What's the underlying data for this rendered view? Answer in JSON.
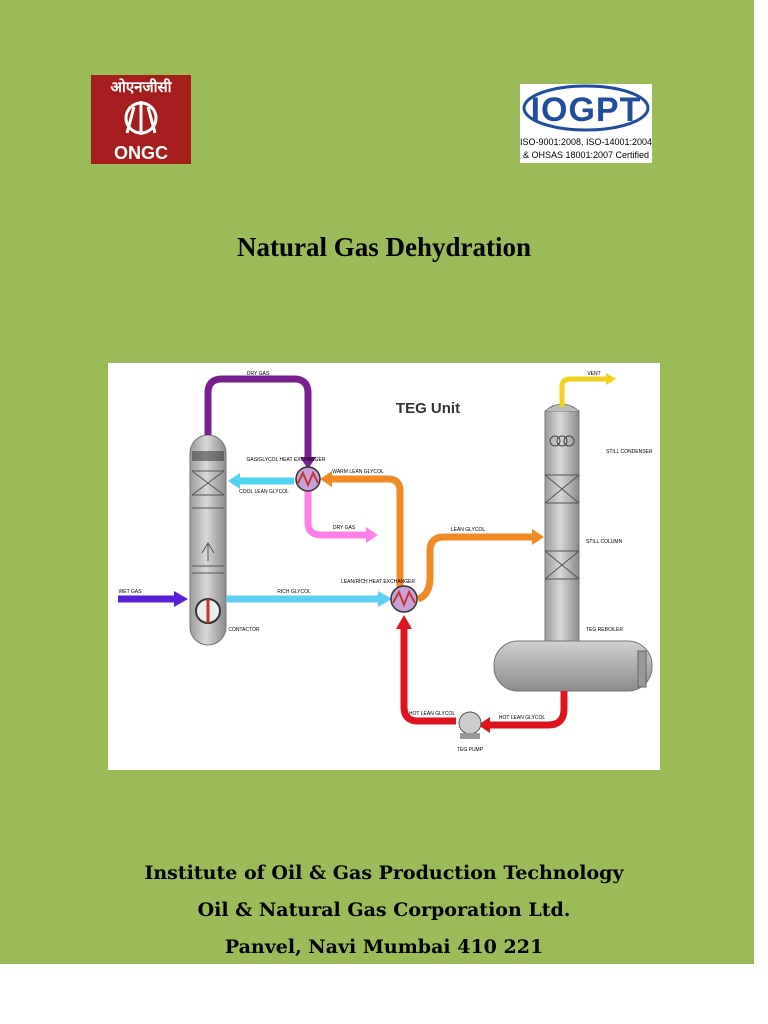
{
  "header": {
    "ongc_logo": {
      "devanagari": "ओएनजीसी",
      "latin": "ONGC",
      "color": "#a51d1d"
    },
    "iogpt_logo": {
      "mark": "IOGPT",
      "cert_line1": "ISO-9001:2008, ISO-14001:2004",
      "cert_line2": "& OHSAS 18001:2007 Certified",
      "color": "#1f4e9c"
    }
  },
  "document": {
    "title": "Natural Gas Dehydration"
  },
  "diagram": {
    "unit_title": "TEG Unit",
    "labels": {
      "dry_gas_top": "DRY GAS",
      "gas_glycol_hx": "GAS/GLYCOL HEAT EXCHANGER",
      "warm_lean_glycol": "WARM LEAN GLYCOL",
      "cool_lean_glycol": "COOL LEAN GLYCOL",
      "dry_gas_out": "DRY GAS",
      "lean_glycol": "LEAN GLYCOL",
      "lean_rich_hx": "LEAN/RICH HEAT EXCHANGER",
      "wet_gas": "WET GAS",
      "rich_glycol": "RICH GLYCOL",
      "contactor": "CONTACTOR",
      "vent": "VENT",
      "still_condenser": "STILL CONDENSER",
      "still_column": "STILL COLUMN",
      "teg_reboiler": "TEG REBOILER",
      "hot_lean_glycol_left": "HOT LEAN GLYCOL",
      "hot_lean_glycol_right": "HOT LEAN GLYCOL",
      "teg_pump": "TEG PUMP"
    },
    "stream_colors": {
      "dry_gas": "#7a1f8f",
      "dry_gas_out": "#ff80e8",
      "warm_lean_glycol": "#f08a24",
      "cool_lean_glycol": "#4fd4f0",
      "rich_glycol": "#5ecff0",
      "wet_gas": "#5a1fd6",
      "hot_lean_glycol": "#e0141e",
      "vent": "#f2d21a"
    }
  },
  "footer": {
    "line1": "Institute of Oil & Gas Production Technology",
    "line2": "Oil & Natural Gas Corporation Ltd.",
    "line3": "Panvel, Navi Mumbai 410 221"
  }
}
